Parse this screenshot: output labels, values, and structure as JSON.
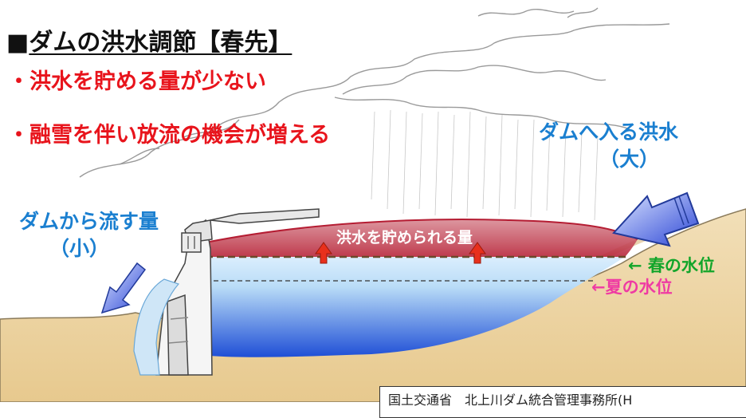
{
  "title": {
    "marker": "■",
    "text": "ダムの洪水調節【春先】"
  },
  "bullets": [
    "・洪水を貯める量が少ない",
    "・融雪を伴い放流の機会が増える"
  ],
  "inflow_label": {
    "line1": "ダムへ入る洪水",
    "line2": "（大）"
  },
  "outflow_label": {
    "line1": "ダムから流す量",
    "line2": "（小）"
  },
  "storage_label": "洪水を貯められる量",
  "spring_level_label": "← 春の水位",
  "summer_level_label": "←夏の水位",
  "credit": "国土交通省　北上川ダム統合管理事務所(H",
  "colors": {
    "bullet_red": "#e8141c",
    "label_blue": "#1a7fd0",
    "spring_green": "#12a52a",
    "summer_pink": "#ef3aa3"
  }
}
